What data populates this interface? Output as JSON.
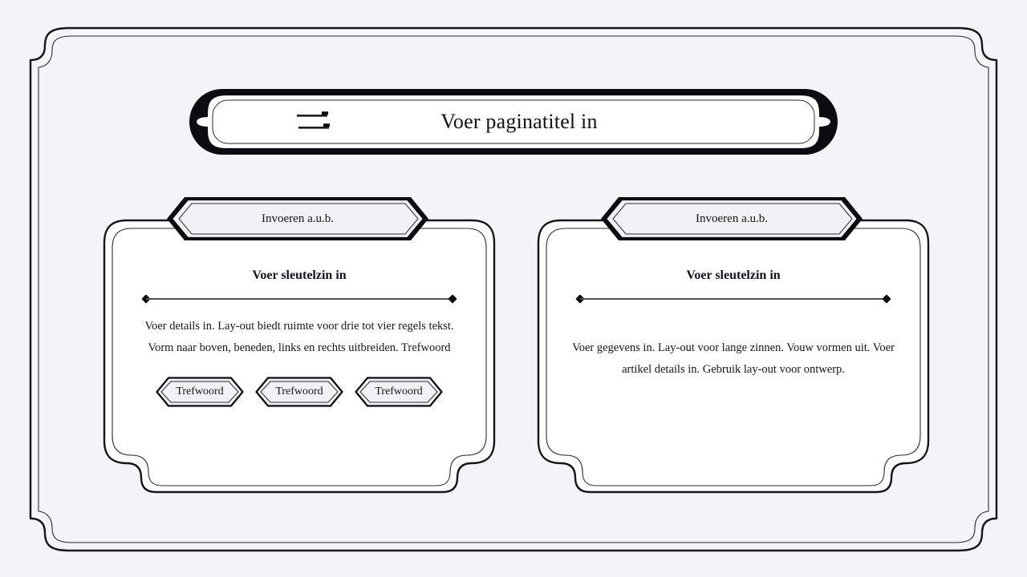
{
  "theme": {
    "background": "#f2f4f8",
    "ink": "#12121a",
    "panel_fill": "#ffffff",
    "banner_fill": "#f1f2f5",
    "divider_line": "#52525c"
  },
  "header": {
    "title": "Voer paginatitel in",
    "icon": "two-lines-arrow-icon"
  },
  "cards": [
    {
      "banner_label": "Invoeren a.u.b.",
      "heading": "Voer sleutelzin in",
      "body": "Voer details in. Lay-out biedt ruimte voor drie tot vier regels tekst. Vorm naar boven, beneden, links en rechts uitbreiden. Trefwoord",
      "chips": [
        "Trefwoord",
        "Trefwoord",
        "Trefwoord"
      ]
    },
    {
      "banner_label": "Invoeren a.u.b.",
      "heading": "Voer sleutelzin in",
      "body": "Voer gegevens in. Lay-out voor lange zinnen. Vouw vormen uit. Voer artikel details in. Gebruik lay-out voor ontwerp.",
      "chips": []
    }
  ]
}
